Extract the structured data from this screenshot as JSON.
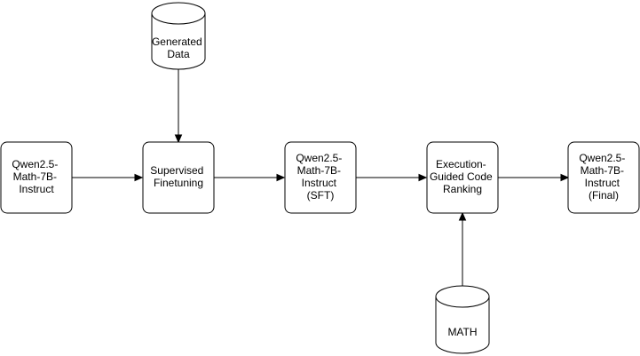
{
  "diagram": {
    "nodes": {
      "base_model": {
        "lines": [
          "Qwen2.5-",
          "Math-7B-",
          "Instruct"
        ]
      },
      "sft_step": {
        "lines": [
          "Supervised",
          "Finetuning"
        ]
      },
      "sft_model": {
        "lines": [
          "Qwen2.5-",
          "Math-7B-",
          "Instruct",
          "(SFT)"
        ]
      },
      "ranking_step": {
        "lines": [
          "Execution-",
          "Guided Code",
          "Ranking"
        ]
      },
      "final_model": {
        "lines": [
          "Qwen2.5-",
          "Math-7B-",
          "Instruct",
          "(Final)"
        ]
      }
    },
    "databases": {
      "generated_data": {
        "lines": [
          "Generated",
          "Data"
        ]
      },
      "math": {
        "lines": [
          "MATH"
        ]
      }
    }
  }
}
